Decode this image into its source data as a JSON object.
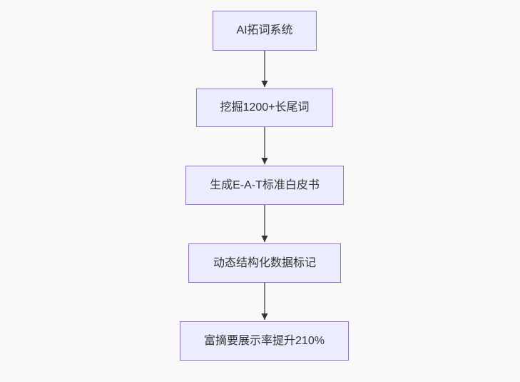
{
  "flowchart": {
    "title": "SEO AI flowchart",
    "direction": "top-down",
    "nodes": [
      {
        "id": "node-1",
        "label": "AI拓词系统"
      },
      {
        "id": "node-2",
        "label": "挖掘1200+长尾词"
      },
      {
        "id": "node-3",
        "label": "生成E-A-T标准白皮书"
      },
      {
        "id": "node-4",
        "label": "动态结构化数据标记"
      },
      {
        "id": "node-5",
        "label": "富摘要展示率提升210%"
      }
    ],
    "edges": [
      {
        "from": "node-1",
        "to": "node-2",
        "style": "arrow"
      },
      {
        "from": "node-2",
        "to": "node-3",
        "style": "arrow"
      },
      {
        "from": "node-3",
        "to": "node-4",
        "style": "arrow"
      },
      {
        "from": "node-4",
        "to": "node-5",
        "style": "arrow"
      }
    ]
  },
  "colors": {
    "background": "#f9f9f9",
    "node_fill": "#ECECFF",
    "node_border": "#9370DB",
    "text_color": "#333333",
    "edge_color": "#595959",
    "arrow_color": "#333333"
  }
}
